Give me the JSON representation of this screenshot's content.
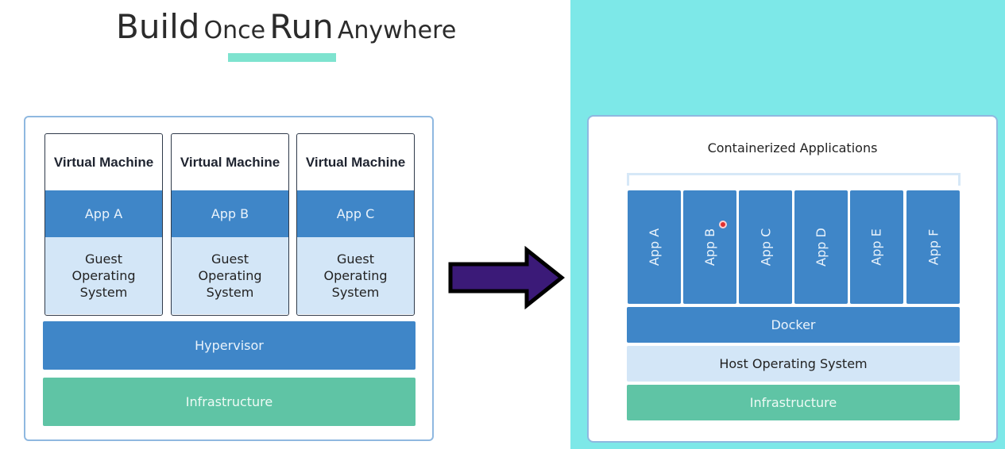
{
  "title": {
    "word1": "Build",
    "word2": "Once",
    "word3": "Run",
    "word4": "Anywhere"
  },
  "vm_stack": {
    "machines": [
      {
        "header": "Virtual Machine",
        "app": "App A",
        "os": "Guest\nOperating\nSystem"
      },
      {
        "header": "Virtual Machine",
        "app": "App B",
        "os": "Guest\nOperating\nSystem"
      },
      {
        "header": "Virtual Machine",
        "app": "App C",
        "os": "Guest\nOperating\nSystem"
      }
    ],
    "hypervisor": "Hypervisor",
    "infrastructure": "Infrastructure"
  },
  "container_stack": {
    "title": "Containerized Applications",
    "apps": [
      "App A",
      "App B",
      "App C",
      "App D",
      "App E",
      "App F"
    ],
    "docker": "Docker",
    "host_os": "Host Operating System",
    "infrastructure": "Infrastructure"
  },
  "colors": {
    "blue": "#3f86c8",
    "light_blue": "#d3e6f7",
    "green": "#5fc4a5",
    "teal_background": "#7de8e8",
    "arrow_fill": "#3b1a78"
  }
}
